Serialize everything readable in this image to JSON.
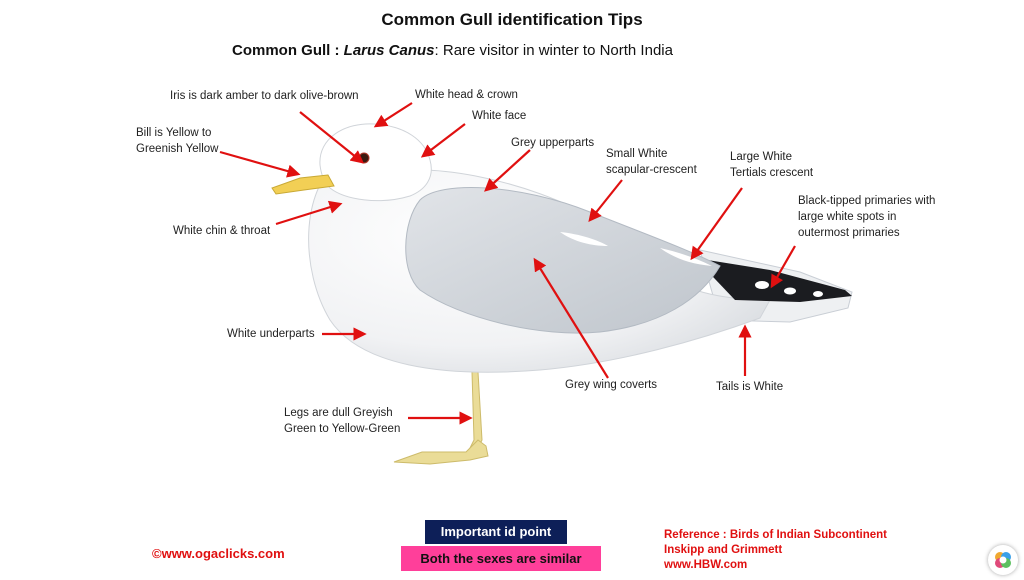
{
  "title": "Common Gull identification Tips",
  "subtitle": {
    "name": "Common Gull",
    "sep": " : ",
    "scientific": "Larus  Canus",
    "rest": ":  Rare visitor in winter to North India"
  },
  "labels": {
    "iris": "Iris is dark amber to dark olive-brown",
    "head": "White head & crown",
    "face": "White face",
    "bill": "Bill  is Yellow to\nGreenish Yellow",
    "upperparts": "Grey upperparts",
    "scapular": "Small White\nscapular-crescent",
    "tertials": "Large White\nTertials crescent",
    "primaries": "Black-tipped primaries with\nlarge white spots in\noutermost primaries",
    "chin": "White chin & throat",
    "underparts": "White underparts",
    "coverts": "Grey wing coverts",
    "tail": "Tails is White",
    "legs": "Legs are dull Greyish\nGreen to Yellow-Green"
  },
  "footer": {
    "important": "Important  id point",
    "sexes": "Both the sexes are similar",
    "credit": "©www.ogaclicks.com",
    "reference": "Reference : Birds of Indian Subcontinent\nInskipp and Grimmett\nwww.HBW.com"
  },
  "colors": {
    "arrow": "#e01010",
    "navy": "#0d1f58",
    "pink": "#ff3f9a",
    "bill": "#f2cf55",
    "legs": "#eadc97",
    "wing": "#cdd2d9"
  }
}
